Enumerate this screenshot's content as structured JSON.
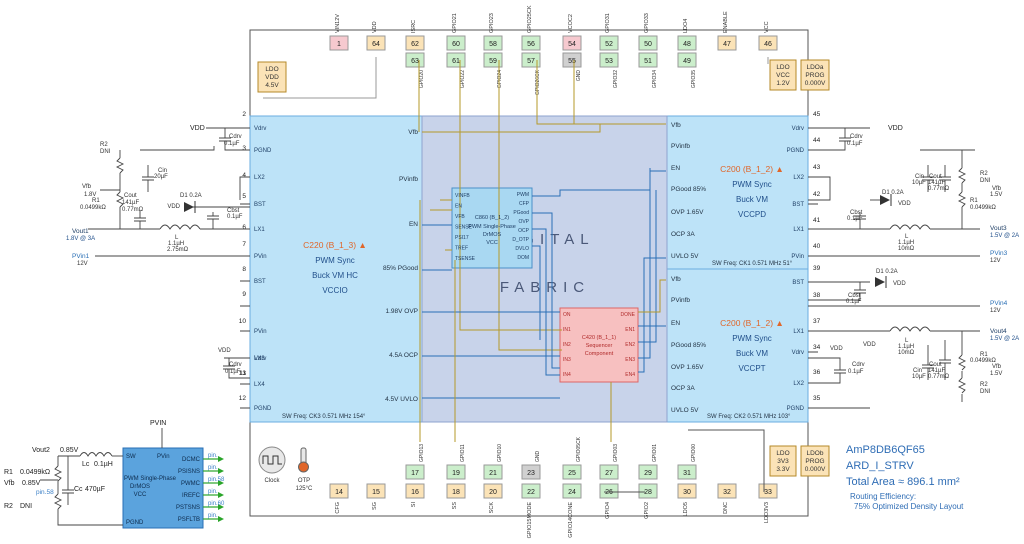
{
  "top_pins": [
    {
      "num": "1",
      "label": "VIN12V",
      "fill": "#f6c9cf"
    },
    {
      "num": "64",
      "label": "VDD",
      "fill": "#fbe3b7"
    },
    {
      "num": "62",
      "label": "ISRC",
      "fill": "#fbe3b7"
    },
    {
      "num": "60",
      "label": "GPIO21",
      "fill": "#cbeecb"
    },
    {
      "num": "58",
      "label": "GPIO23",
      "fill": "#cbeecb"
    },
    {
      "num": "56",
      "label": "GPIO25CK",
      "fill": "#cbeecb"
    },
    {
      "num": "54",
      "label": "VCOC2",
      "fill": "#f6c9cf"
    },
    {
      "num": "52",
      "label": "GPIO31",
      "fill": "#cbeecb"
    },
    {
      "num": "50",
      "label": "GPIO33",
      "fill": "#cbeecb"
    },
    {
      "num": "48",
      "label": "LDO4",
      "fill": "#cbeecb"
    },
    {
      "num": "47",
      "label": "ENABLE",
      "fill": "#fbe3b7"
    },
    {
      "num": "46",
      "label": "VCC",
      "fill": "#fbe3b7"
    }
  ],
  "top_pins_row2": [
    {
      "num": "63",
      "label": "GPIO20",
      "fill": "#cbeecb"
    },
    {
      "num": "61",
      "label": "GPIO22",
      "fill": "#cbeecb"
    },
    {
      "num": "59",
      "label": "GPIO24",
      "fill": "#cbeecb"
    },
    {
      "num": "57",
      "label": "GPIO26CK",
      "fill": "#cbeecb"
    },
    {
      "num": "55",
      "label": "GND",
      "fill": "#d0d0d0"
    },
    {
      "num": "53",
      "label": "GPIO32",
      "fill": "#cbeecb"
    },
    {
      "num": "51",
      "label": "GPIO34",
      "fill": "#cbeecb"
    },
    {
      "num": "49",
      "label": "GPIO35",
      "fill": "#cbeecb"
    }
  ],
  "bottom_pins_row1": [
    {
      "num": "17",
      "label": "GPIO13",
      "fill": "#cbeecb"
    },
    {
      "num": "19",
      "label": "GPIO11",
      "fill": "#cbeecb"
    },
    {
      "num": "21",
      "label": "GPIO10",
      "fill": "#cbeecb"
    },
    {
      "num": "23",
      "label": "GND",
      "fill": "#d0d0d0"
    },
    {
      "num": "25",
      "label": "GPIO05CK",
      "fill": "#cbeecb"
    },
    {
      "num": "27",
      "label": "GPIO03",
      "fill": "#cbeecb"
    },
    {
      "num": "29",
      "label": "GPIO01",
      "fill": "#cbeecb"
    },
    {
      "num": "31",
      "label": "GPIO00",
      "fill": "#cbeecb"
    }
  ],
  "bottom_pins_row2": [
    {
      "num": "14",
      "label": "CFG",
      "fill": "#fbe3b7"
    },
    {
      "num": "15",
      "label": "SG",
      "fill": "#fbe3b7"
    },
    {
      "num": "16",
      "label": "SI",
      "fill": "#fbe3b7"
    },
    {
      "num": "18",
      "label": "SS",
      "fill": "#fbe3b7"
    },
    {
      "num": "20",
      "label": "SCK",
      "fill": "#fbe3b7"
    },
    {
      "num": "22",
      "label": "GPIO15MODE",
      "fill": "#cbeecb"
    },
    {
      "num": "24",
      "label": "GPIO14CONE",
      "fill": "#cbeecb"
    },
    {
      "num": "26",
      "label": "GPIO4",
      "fill": "#cbeecb"
    },
    {
      "num": "28",
      "label": "GPIO2",
      "fill": "#cbeecb"
    },
    {
      "num": "30",
      "label": "LDO5",
      "fill": "#fbe3b7"
    },
    {
      "num": "32",
      "label": "DNC",
      "fill": "#fbe3b7"
    },
    {
      "num": "33",
      "label": "LDO3V3",
      "fill": "#fbe3b7"
    }
  ],
  "left_pins": [
    {
      "num": "2",
      "label": "Vdrv"
    },
    {
      "num": "3",
      "label": "PGND"
    },
    {
      "num": "4",
      "label": "LX2"
    },
    {
      "num": "5",
      "label": "BST"
    },
    {
      "num": "6",
      "label": "LX1"
    },
    {
      "num": "7",
      "label": "PVin"
    },
    {
      "num": "8",
      "label": "BST"
    },
    {
      "num": "9",
      "label": ""
    },
    {
      "num": "10",
      "label": "PVin"
    },
    {
      "num": "",
      "label": "LX3"
    },
    {
      "num": "13",
      "label": "Vdrv"
    },
    {
      "num": "11",
      "label": "LX4"
    },
    {
      "num": "12",
      "label": "PGND"
    }
  ],
  "right_pins": [
    {
      "num": "45",
      "label": "Vdrv"
    },
    {
      "num": "44",
      "label": "PGND"
    },
    {
      "num": "43",
      "label": "LX2"
    },
    {
      "num": "42",
      "label": "BST"
    },
    {
      "num": "41",
      "label": "LX1"
    },
    {
      "num": "40",
      "label": "PVin"
    },
    {
      "num": "39",
      "label": "BST"
    },
    {
      "num": "38",
      "label": ""
    },
    {
      "num": "37",
      "label": "LX1"
    },
    {
      "num": "34",
      "label": "Vdrv"
    },
    {
      "num": "36",
      "label": "LX2"
    },
    {
      "num": "35",
      "label": "PGND"
    }
  ],
  "ldo_boxes": {
    "ldo_vdd": [
      "LDO",
      "VDD",
      "4.5V"
    ],
    "ldo_vcc": [
      "LDO",
      "VCC",
      "1.2V"
    ],
    "ldoa_prog": [
      "LDOa",
      "PROG",
      "0.000V"
    ],
    "ldo_3v3": [
      "LDO",
      "3V3",
      "3.3V"
    ],
    "ldob_prog": [
      "LDOb",
      "PROG",
      "0.000V"
    ]
  },
  "left_block": {
    "vfb": "Vfb",
    "pvinfb": "PVinfb",
    "en": "EN",
    "pgood": "85% PGood",
    "ovp": "1.98V OVP",
    "ocp": "4.5A OCP",
    "uvlo": "4.5V UVLO",
    "name": "C220 (B_1_3) ▲",
    "mode": "PWM Sync",
    "type": "Buck VM HC",
    "rail": "VCCIO",
    "freq": "SW Freq: CK3 0.571 MHz 154°"
  },
  "right_top_block": {
    "vfb": "Vfb",
    "pvinfb": "PVinfb",
    "en": "EN",
    "pgood": "PGood 85%",
    "ovp": "OVP 1.65V",
    "ocp": "OCP 3A",
    "uvlo": "UVLO 5V",
    "name": "C200 (B_1_2) ▲",
    "mode": "PWM Sync",
    "type": "Buck VM",
    "rail": "VCCPD",
    "freq": "SW Freq: CK1 0.571 MHz 51°"
  },
  "right_bottom_block": {
    "vfb": "Vfb",
    "pvinfb": "PVinfb",
    "en": "EN",
    "pgood": "PGood 85%",
    "ovp": "OVP 1.65V",
    "ocp": "OCP 3A",
    "uvlo": "UVLO 5V",
    "name": "C200 (B_1_2) ▲",
    "mode": "PWM Sync",
    "type": "Buck VM",
    "rail": "VCCPT",
    "freq": "SW Freq: CK2 0.571 MHz 103°"
  },
  "fabric": {
    "word1": "DIGITAL",
    "word2": "FABRIC"
  },
  "c860": {
    "pins_left": [
      "VINFB",
      "EN",
      "VFB",
      "SENSE",
      "PSI17",
      "TREF",
      "TSENSE"
    ],
    "pins_right": [
      "PWM",
      "CFP",
      "PGood",
      "OVP",
      "OCP",
      "D_OTP",
      "DVLO",
      "DOM"
    ],
    "name": "C860 (B_1_2)",
    "mode": "PWM Single-Phase",
    "type": "DrMOS",
    "rail": "VCC"
  },
  "c420": {
    "pins_left": [
      "ON",
      "IN1",
      "IN2",
      "IN3",
      "IN4"
    ],
    "pins_right": [
      "DONE",
      "EN1",
      "EN2",
      "EN3",
      "EN4"
    ],
    "name": "C420 (B_1_1)",
    "type": "Sequencer",
    "rail": "Component"
  },
  "clock": {
    "label": "Clock"
  },
  "otp": {
    "label": "OTP",
    "temp": "125°C"
  },
  "ext_left": {
    "vdd": "VDD",
    "cdrv": "Cdrv",
    "cdrv_val": "0.1µF",
    "r2": "R2",
    "dni": "DNI",
    "vfb": "Vfb",
    "vfb_val": "1.8V",
    "r1": "R1",
    "r1_val": "0.0499kΩ",
    "cin": "Cin",
    "cin_val": "20µF",
    "cout": "Cout",
    "cout_val1": "141µF",
    "cout_val2": "0.77mΩ",
    "d1": "D1 0.2A",
    "cbst": "Cbst",
    "cbst_val": "0.1µF",
    "l": "L",
    "l_val1": "1.1µH",
    "l_val2": "2.75mΩ",
    "vout": "Vout1",
    "vout_val": "1.8V @ 3A",
    "pvin": "PVin1",
    "pvin_val": "12V",
    "vdd2": "VDD",
    "cdrv2": "Cdrv",
    "cdrv2_val": "0.1µF"
  },
  "ext_right_top": {
    "vdd": "VDD",
    "cdrv": "Cdrv",
    "cdrv_val": "0.1µF",
    "cin": "Cin",
    "cin_val": "10µF",
    "cout": "Cout",
    "cout_val1": "141µF",
    "cout_val2": "0.77mΩ",
    "r2": "R2",
    "dni": "DNI",
    "vfb": "Vfb",
    "vfb_val": "1.5V",
    "r1": "R1",
    "r1_val": "0.0499kΩ",
    "d1": "D1 0.2A",
    "cbst": "Cbst",
    "cbst_val": "0.1µF",
    "l": "L",
    "l_val1": "1.1µH",
    "l_val2": "10mΩ",
    "vout": "Vout3",
    "vout_val": "1.5V @ 2A",
    "pvin": "PVin3",
    "pvin_val": "12V"
  },
  "ext_right_bottom": {
    "d1": "D1 0.2A",
    "vdd": "VDD",
    "cbst": "Cbst",
    "cbst_val": "0.1µF",
    "pvin": "PVin4",
    "pvin_val": "12V",
    "l": "L",
    "l_val1": "1.1µH",
    "l_val2": "10mΩ",
    "vout": "Vout4",
    "vout_val": "1.5V @ 2A",
    "vdd2": "VDD",
    "cin": "Cin",
    "cin_val": "10µF",
    "cout": "Cout",
    "cout_val1": "141µF",
    "cout_val2": "0.77mΩ",
    "r1": "R1",
    "r1_val": "0.0499kΩ",
    "vfb": "Vfb",
    "vfb_val": "1.5V",
    "r2": "R2",
    "dni": "DNI",
    "cdrv": "Cdrv",
    "cdrv_val": "0.1µF",
    "vdd3": "VDD"
  },
  "mini": {
    "pvin_in": "PVIN",
    "vout2": "Vout2",
    "vout2_val": "0.85V",
    "lc": "Lc",
    "lc_val": "0.1µH",
    "r1": "R1",
    "r1_val": "0.0499kΩ",
    "vfb": "Vfb",
    "vfb_val": "0.85V",
    "pin": "pin.58",
    "r2": "R2",
    "dni": "DNI",
    "cc": "Cc",
    "cc_val": "470µF",
    "sw": "SW",
    "pvin": "PVin",
    "pgnd": "PGND",
    "dcmc": "DCMC",
    "psisns": "PSISNS",
    "pwmc": "PWMC",
    "irefc": "IREFC",
    "pstsns": "PSTSNS",
    "psfltb": "PSFLTB",
    "name": "PWM Single-Phase",
    "type": "DrMOS",
    "rail": "VCC",
    "pin_labels": [
      "pin.",
      "pin.",
      "pin.58",
      "pin.",
      "pin.60",
      "pin."
    ]
  },
  "info": {
    "part": "AmP8DB6QF65",
    "design": "ARD_I_STRV",
    "area": "Total Area ≈ 896.1 mm²",
    "routing": "Routing Efficiency:",
    "density": "75% Optimized Density Layout"
  }
}
